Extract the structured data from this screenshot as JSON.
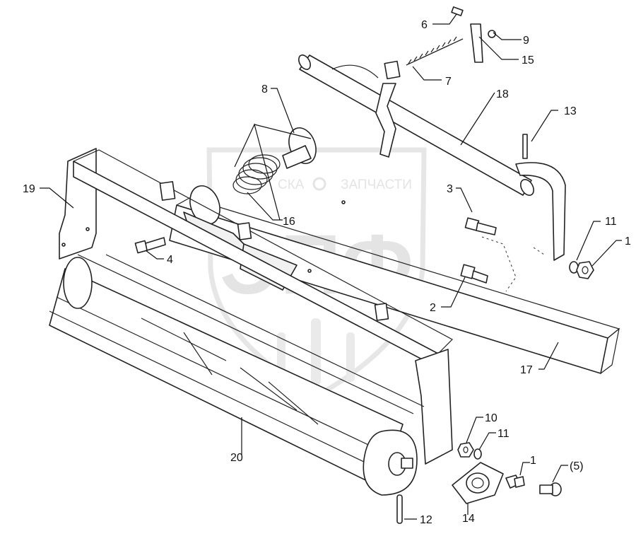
{
  "watermark": {
    "logo_text": "ЭПФ",
    "caption_left": "ЗАПЧАСТИ",
    "caption_right": "СКА"
  },
  "callouts": [
    {
      "id": "c6",
      "text": "6"
    },
    {
      "id": "c9",
      "text": "9"
    },
    {
      "id": "c15",
      "text": "15"
    },
    {
      "id": "c7",
      "text": "7"
    },
    {
      "id": "c8",
      "text": "8"
    },
    {
      "id": "c18",
      "text": "18"
    },
    {
      "id": "c13",
      "text": "13"
    },
    {
      "id": "c19",
      "text": "19"
    },
    {
      "id": "c3",
      "text": "3"
    },
    {
      "id": "c16",
      "text": "16"
    },
    {
      "id": "c11a",
      "text": "11"
    },
    {
      "id": "c1a",
      "text": "1"
    },
    {
      "id": "c4",
      "text": "4"
    },
    {
      "id": "c2",
      "text": "2"
    },
    {
      "id": "c17",
      "text": "17"
    },
    {
      "id": "c10",
      "text": "10"
    },
    {
      "id": "c11b",
      "text": "11"
    },
    {
      "id": "c20",
      "text": "20"
    },
    {
      "id": "c1b",
      "text": "1"
    },
    {
      "id": "c5",
      "text": "(5)"
    },
    {
      "id": "c14",
      "text": "14"
    },
    {
      "id": "c12",
      "text": "12"
    }
  ]
}
